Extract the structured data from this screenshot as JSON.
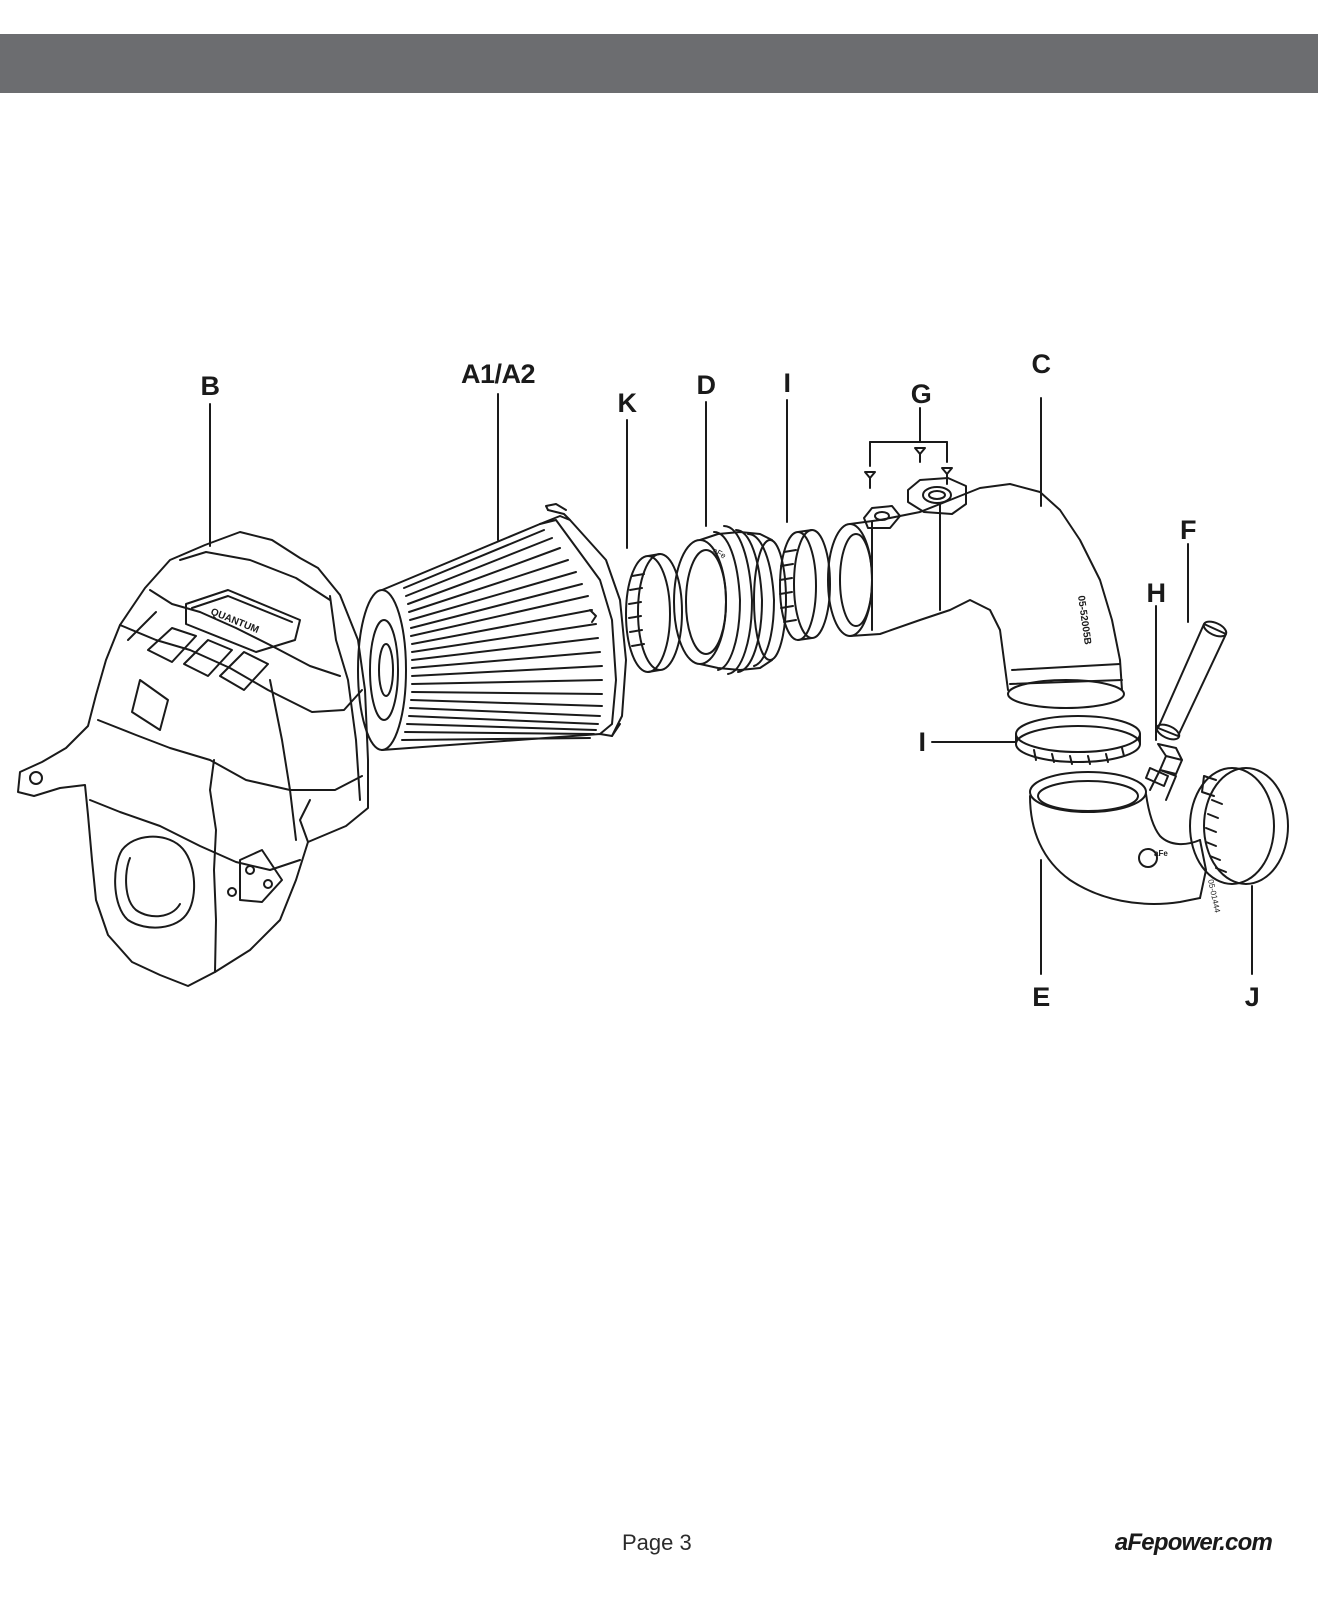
{
  "callouts": {
    "b": "B",
    "a": "A1/A2",
    "k": "K",
    "d": "D",
    "i_top": "I",
    "g": "G",
    "c": "C",
    "f": "F",
    "h": "H",
    "i_mid": "I",
    "e": "E",
    "j": "J"
  },
  "footer": {
    "page": "Page 3",
    "website": "aFepower.com"
  },
  "colors": {
    "header_bar": "#6c6d70",
    "line": "#1a1a1a"
  }
}
